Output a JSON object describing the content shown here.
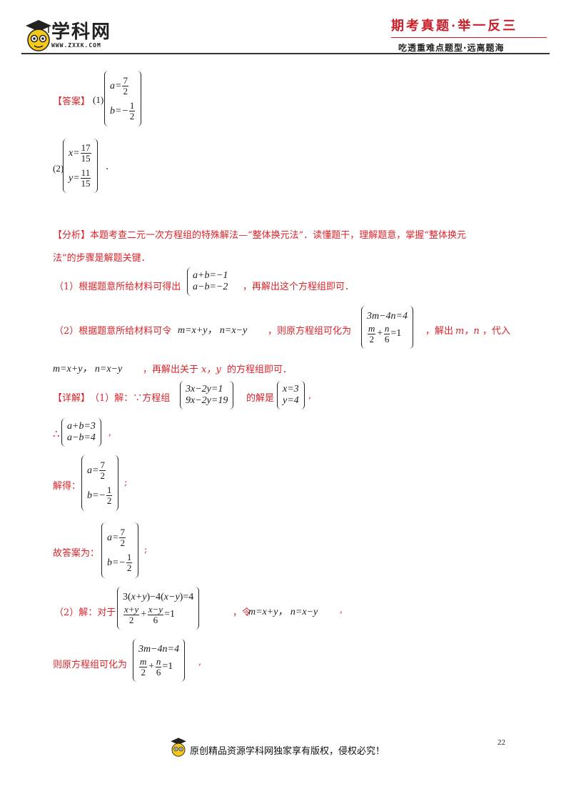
{
  "header": {
    "logo_text": "学科网",
    "logo_url": "WWW.ZXXK.COM",
    "slogan_main": "期考真题·举一反三",
    "slogan_sub": "吃透重难点题型·远离题海",
    "logo_icon": "owl-mascot-icon"
  },
  "answer": {
    "tag": "【答案】",
    "part1_label": "(1)",
    "part1": {
      "a_num": "7",
      "a_den": "2",
      "b_num": "1",
      "b_den": "2"
    },
    "part2_label": "(2)",
    "part2": {
      "x_num": "17",
      "x_den": "15",
      "y_num": "11",
      "y_den": "15"
    },
    "period": "."
  },
  "analysis": {
    "tag": "【分析】",
    "text_line1": "本题考查二元一次方程组的特殊解法—“整体换元法”．读懂题干，理解题意，掌握“整体换元",
    "text_line2": "法”的步骤是解题关键．",
    "step1_pre": "（1）根据题意所给材料可得出",
    "step1_post": "，再解出这个方程组即可．",
    "step2_pre": "（2）根据题意所给材料可令",
    "step2_mid": "，则原方程组可化为",
    "step2_post": "，解出",
    "step2_vars": "m，n",
    "step2_end": "，代入",
    "step3_post": "，再解出关于",
    "step3_vars": "x，y",
    "step3_end": "的方程组即可．"
  },
  "detail": {
    "tag": "【详解】",
    "p1_pre": "（1）解：∵方程组",
    "p1_mid": "的解是",
    "therefore": "∴",
    "solve_label": "解得：",
    "answer_label": "故答案为：",
    "p2_pre": "（2）解：对于",
    "p2_let": "，令",
    "transformed": "则原方程组可化为"
  },
  "footer": {
    "page_number": "22",
    "copyright": "原创精品资源学科网独家享有版权，侵权必究！"
  },
  "colors": {
    "accent_red": "#d9242b",
    "brand_red": "#c8202a"
  }
}
